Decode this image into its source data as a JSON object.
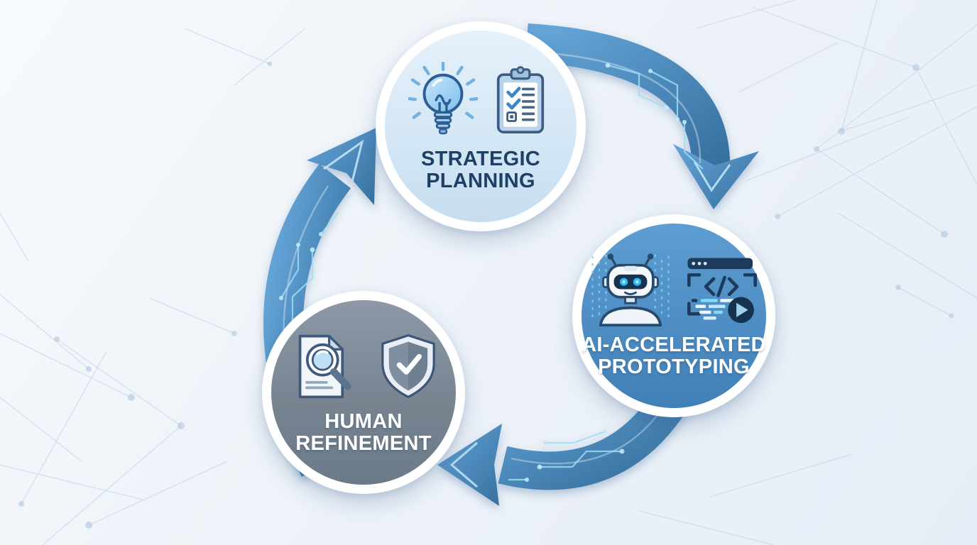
{
  "diagram": {
    "type": "cycle",
    "background": {
      "base_color": "#eef3f9",
      "network_line_color": "#c7d7ea",
      "pattern": "plexus-network"
    },
    "accent_colors": {
      "arrow_blue": "#3f7db4",
      "circuit_cyan": "#9fdcf6",
      "navy_text": "#1e4066"
    },
    "nodes": [
      {
        "id": "strategic-planning",
        "line1": "STRATEGIC",
        "line2": "PLANNING",
        "fill": "#cfe4f4",
        "text_color": "#1e4066",
        "icons": [
          "lightbulb-idea-icon",
          "checklist-clipboard-icon"
        ]
      },
      {
        "id": "ai-accelerated-prototyping",
        "line1": "AI-ACCELERATED",
        "line2": "PROTOTYPING",
        "fill": "#4c8cc2",
        "text_color": "#ffffff",
        "icons": [
          "robot-icon",
          "code-window-play-icon"
        ]
      },
      {
        "id": "human-refinement",
        "line1": "HUMAN",
        "line2": "REFINEMENT",
        "fill": "#76838f",
        "text_color": "#ffffff",
        "icons": [
          "document-review-icon",
          "shield-check-icon"
        ]
      }
    ],
    "arrows": [
      {
        "id": "arrow-planning-to-prototyping",
        "from": "strategic-planning",
        "to": "ai-accelerated-prototyping",
        "style": "curved-circuit"
      },
      {
        "id": "arrow-prototyping-to-refinement",
        "from": "ai-accelerated-prototyping",
        "to": "human-refinement",
        "style": "curved-circuit"
      },
      {
        "id": "arrow-refinement-to-planning",
        "from": "human-refinement",
        "to": "strategic-planning",
        "style": "curved-circuit"
      }
    ]
  }
}
